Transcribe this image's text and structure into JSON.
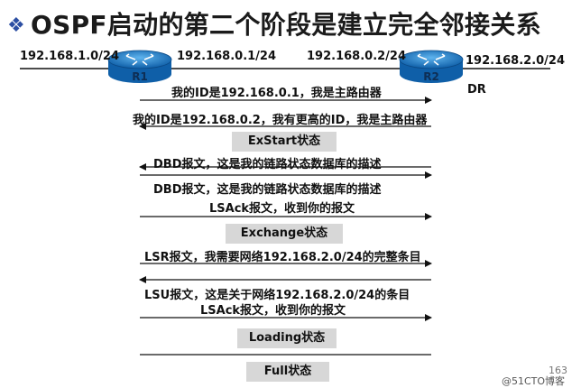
{
  "title": "OSPF启动的第二个阶段是建立完全邻接关系",
  "bullet_icon": "diamond-bullet-icon",
  "network": {
    "left_subnet": "192.168.1.0/24",
    "r1_ip": "192.168.0.1/24",
    "r2_ip": "192.168.0.2/24",
    "right_subnet": "192.168.2.0/24",
    "r1_label": "R1",
    "r2_label": "R2",
    "dr_label": "DR",
    "router_icon": "router-icon"
  },
  "messages": [
    "我的ID是192.168.0.1，我是主路由器",
    "我的ID是192.168.0.2，我有更高的ID，我是主路由器",
    "DBD报文，这是我的链路状态数据库的描述",
    "DBD报文，这是我的链路状态数据库的描述",
    "LSAck报文，收到你的报文",
    "LSR报文，我需要网络192.168.2.0/24的完整条目",
    "LSU报文，这是关于网络192.168.2.0/24的条目",
    "LSAck报文，收到你的报文"
  ],
  "states": {
    "exstart": "ExStart状态",
    "exchange": "Exchange状态",
    "loading": "Loading状态",
    "full": "Full状态"
  },
  "page_number": "163",
  "watermark": "@51CTO博客",
  "colors": {
    "router_blue": "#1a79c4",
    "state_bg": "#d7d7d7",
    "bullet": "#2c4fa3"
  }
}
